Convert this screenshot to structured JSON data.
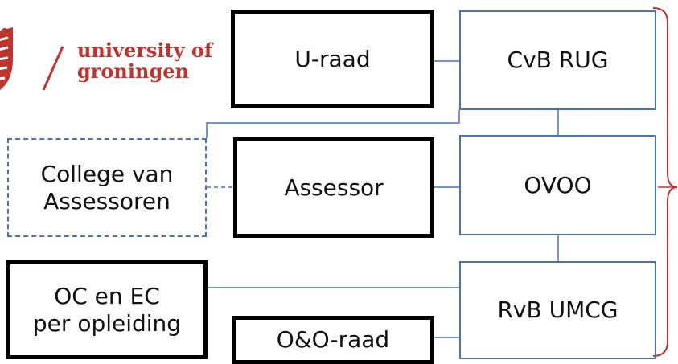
{
  "logo": {
    "text": "university of\ngroningen"
  },
  "nodes": {
    "uraad": "U-raad",
    "cvb": "CvB RUG",
    "college": "College van\nAssessoren",
    "assessor": "Assessor",
    "ovoo": "OVOO",
    "ocec": "OC en EC\nper opleiding",
    "rvb": "RvB UMCG",
    "oo": "O&O-raad"
  },
  "colors": {
    "brand": "#c0342e",
    "box_border_blue": "#4a72b8",
    "box_border_black": "#000000",
    "brace": "#c0342e"
  }
}
